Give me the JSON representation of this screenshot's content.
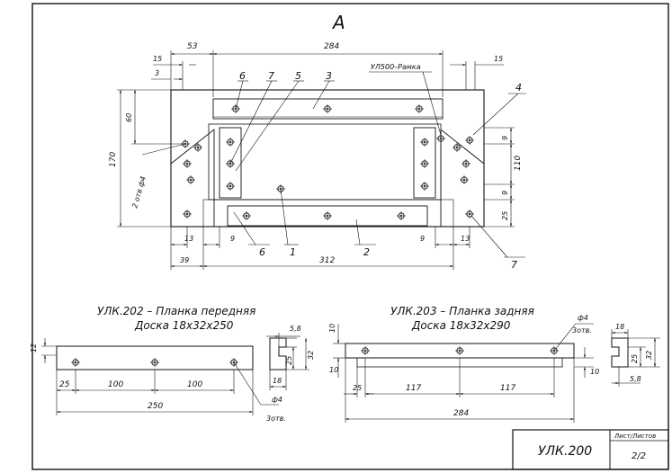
{
  "view": {
    "label": "А",
    "dims": {
      "d284": "284",
      "d53": "53",
      "d15_left": "15",
      "d3": "3",
      "d15_right": "15",
      "d60": "60",
      "d170": "170",
      "d9_top": "9",
      "d110": "110",
      "d9_bot": "9",
      "d25": "25",
      "d13_left": "13",
      "d9_left": "9",
      "d9_right": "9",
      "d13_right": "13",
      "d39": "39",
      "d312": "312"
    },
    "holes_note": "2 отв ф4",
    "frame_label": "УЛ500–Рамка",
    "callouts": {
      "c6_top": "6",
      "c7_top": "7",
      "c5": "5",
      "c3": "3",
      "c4": "4",
      "c6_bot": "6",
      "c1": "1",
      "c2": "2",
      "c7_right": "7"
    }
  },
  "part_front": {
    "title1": "УЛК.202 – Планка передняя",
    "title2": "Доска 18х32х250",
    "dims": {
      "d12": "12",
      "d25": "25",
      "d100a": "100",
      "d100b": "100",
      "d250": "250",
      "d58": "5,8",
      "d25s": "25",
      "d32": "32",
      "d18": "18",
      "dphi": "ф4",
      "dholes": "3отв."
    }
  },
  "part_back": {
    "title1": "УЛК.203 – Планка задняя",
    "title2": "Доска 18х32х290",
    "dims": {
      "d10": "10",
      "d10b": "10",
      "d25": "25",
      "d117a": "117",
      "d117b": "117",
      "d284": "284",
      "dphi": "ф4",
      "dholes": "3отв.",
      "d10c": "10",
      "d18": "18",
      "d25s": "25",
      "d32": "32",
      "d58": "5,8"
    }
  },
  "title_block": {
    "code": "УЛК.200",
    "sheet_label": "Лист/Листов",
    "sheet_value": "2/2"
  }
}
